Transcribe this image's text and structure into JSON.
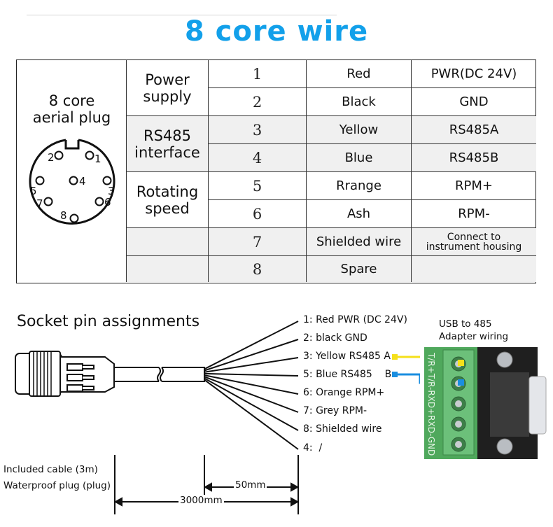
{
  "title": "8 core wire",
  "plug": {
    "label_line1": "8 core",
    "label_line2": "aerial plug",
    "pins": [
      "1",
      "2",
      "3",
      "4",
      "5",
      "6",
      "7",
      "8"
    ]
  },
  "table": {
    "groups": [
      {
        "line1": "Power",
        "line2": "supply"
      },
      {
        "line1": "RS485",
        "line2": "interface"
      },
      {
        "line1": "Rotating",
        "line2": "speed"
      }
    ],
    "rows": [
      {
        "pin": "1",
        "color": "Red",
        "function": "PWR(DC 24V)"
      },
      {
        "pin": "2",
        "color": "Black",
        "function": "GND"
      },
      {
        "pin": "3",
        "color": "Yellow",
        "function": "RS485A"
      },
      {
        "pin": "4",
        "color": "Blue",
        "function": "RS485B"
      },
      {
        "pin": "5",
        "color": "Rrange",
        "function": "RPM+"
      },
      {
        "pin": "6",
        "color": "Ash",
        "function": "RPM-"
      },
      {
        "pin": "7",
        "color": "Shielded wire",
        "function_line1": "Connect to",
        "function_line2": "instrument housing"
      },
      {
        "pin": "8",
        "color": "Spare",
        "function": ""
      }
    ]
  },
  "socket": {
    "title": "Socket pin assignments",
    "wires": [
      "1: Red PWR (DC 24V)",
      "2: black GND",
      "3: Yellow RS485 A",
      "5: Blue RS485    B",
      "6: Orange RPM+",
      "7: Grey RPM-",
      "8: Shielded wire",
      "4:  /"
    ]
  },
  "adapter": {
    "label_line1": "USB to 485",
    "label_line2": "Adapter wiring",
    "terminal_text": "T/R+T/R-RXD+RXD-GND",
    "wire_colors": {
      "yellow": "#f5e01a",
      "blue": "#1a8ee0"
    }
  },
  "dimensions": {
    "strip_length": "50mm",
    "cable_length": "3000mm",
    "note_line1": "Included cable (3m)",
    "note_line2": "Waterproof plug (plug)"
  },
  "colors": {
    "title": "#12a0ea",
    "row_gray": "#f0f0f0",
    "board_green": "#4fa85c"
  }
}
